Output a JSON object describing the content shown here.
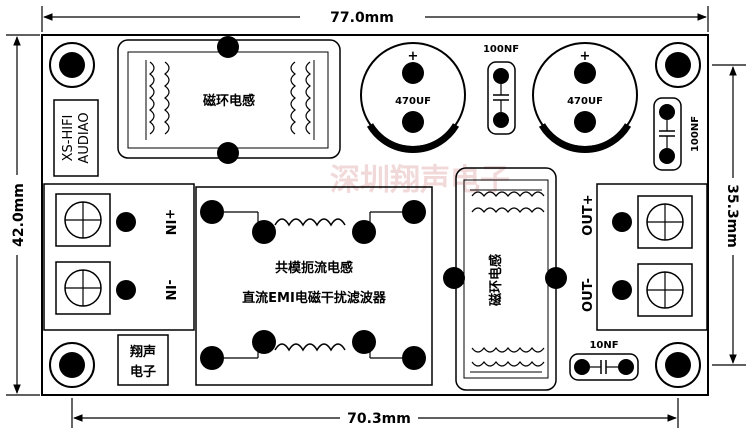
{
  "dimensions": {
    "top_width": "77.0mm",
    "bottom_width": "70.3mm",
    "left_height": "42.0mm",
    "right_height": "35.3mm"
  },
  "board": {
    "brand_en_1": "XS-HIFI",
    "brand_en_2": "AUDIAO",
    "brand_cn_1": "翔声",
    "brand_cn_2": "电子",
    "watermark": "深圳翔声电子"
  },
  "components": {
    "ring_inductor_top": "磁环电感",
    "ring_inductor_right": "磁环电感",
    "cap_large_left": "470UF",
    "cap_large_right": "470UF",
    "cap_plus": "+",
    "cap_small_top": "100NF",
    "cap_small_right": "100NF",
    "cap_small_bottom": "10NF",
    "emi_line1": "共模扼流电感",
    "emi_line2": "直流EMI电磁干扰滤波器"
  },
  "terminals": {
    "in_plus": "+IN",
    "in_minus": "-IN",
    "out_plus": "OUT+",
    "out_minus": "OUT-"
  }
}
